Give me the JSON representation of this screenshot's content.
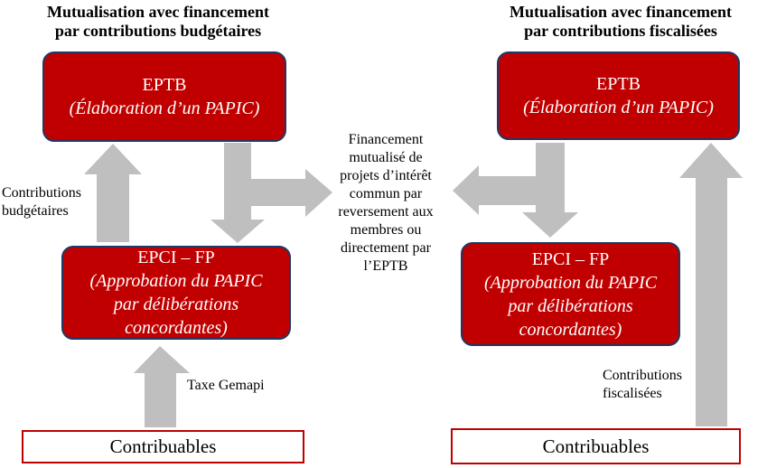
{
  "left": {
    "title": "Mutualisation avec financement\npar contributions budgétaires",
    "eptb_title": "EPTB",
    "eptb_subtitle": "(Élaboration d’un PAPIC)",
    "epci_title": "EPCI – FP",
    "epci_subtitle": "(Approbation du PAPIC\npar délibérations\nconcordantes)",
    "contribuables": "Contribuables",
    "arrow_label_up": "Contributions\nbudgétaires",
    "arrow_label_taxe": "Taxe Gemapi"
  },
  "right": {
    "title": "Mutualisation avec financement\npar contributions fiscalisées",
    "eptb_title": "EPTB",
    "eptb_subtitle": "(Élaboration d’un PAPIC)",
    "epci_title": "EPCI – FP",
    "epci_subtitle": "(Approbation du PAPIC\npar délibérations\nconcordantes)",
    "contribuables": "Contribuables",
    "arrow_label_up": "Contributions\nfiscalisées"
  },
  "center_label": "Financement\nmutualisé de\nprojets d’intérêt\ncommun par\nreversement aux\nmembres ou\ndirectement par\nl’EPTB",
  "colors": {
    "box_fill": "#c00000",
    "box_border": "#1f3864",
    "arrow": "#bfbfbf",
    "contribuables_border": "#c00000",
    "text": "#000000",
    "box_text": "#ffffff"
  }
}
